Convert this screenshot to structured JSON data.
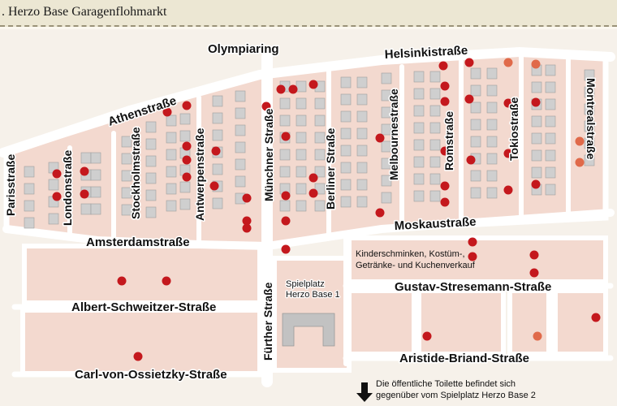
{
  "header": {
    "title": ". Herzo Base Garagenflohmarkt"
  },
  "colors": {
    "block": "#f3d9cf",
    "road": "#ffffff",
    "background": "#f6f1ea",
    "building": "#c9c9c9",
    "marker": "#c4181d",
    "marker_light": "#e06a4a"
  },
  "streets": {
    "olympiaring": "Olympiaring",
    "helsinkistrasse": "Helsinkistraße",
    "athenstrasse": "Athenstraße",
    "parisstrasse": "Parisstraße",
    "londonstrasse": "Londonstraße",
    "stockholmstrasse": "Stockholmstraße",
    "antwerpenstrasse": "Antwerpenstraße",
    "muenchnerstrasse": "Münchner Straße",
    "berlinerstrasse": "Berliner Straße",
    "melbournestrasse": "Melbournestraße",
    "romstrasse": "Romstraße",
    "tokiostrasse": "Tokiostraße",
    "montrealstrasse": "Montrealstraße",
    "moskaustrasse": "Moskaustraße",
    "amsterdamstrasse": "Amsterdamstraße",
    "albert_schweitzer": "Albert-Schweitzer-Straße",
    "gustav_stresemann": "Gustav-Stresemann-Straße",
    "carl_von_ossietzky": "Carl-von-Ossietzky-Straße",
    "aristide_briand": "Aristide-Briand-Straße",
    "fuerther": "Fürther Straße"
  },
  "places": {
    "spielplatz_line1": "Spielplatz",
    "spielplatz_line2": "Herzo Base 1"
  },
  "info": {
    "kinder_line1": "Kinderschminken, Kostüm-,",
    "kinder_line2": "Getränke- und Kuchenverkauf",
    "toilette_line1": "Die öffentliche Toilette befindet sich",
    "toilette_line2": "gegenüber vom Spielplatz Herzo Base 2"
  },
  "icons": {
    "arrow": "arrow-down-icon",
    "marker": "flohmarkt-stand-marker"
  }
}
